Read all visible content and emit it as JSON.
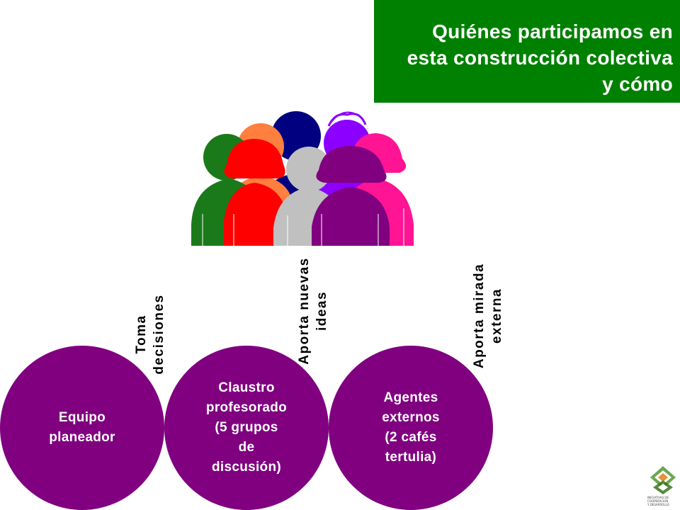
{
  "title": {
    "line1": "Quiénes participamos en",
    "line2": "esta construcción colectiva",
    "line3": "y cómo"
  },
  "roles": [
    {
      "text": "Toma\ndecisiones"
    },
    {
      "text": "Aporta nuevas\nideas"
    },
    {
      "text": "Aporta mirada\nexterna"
    }
  ],
  "groups": [
    {
      "text": "Equipo\nplaneador"
    },
    {
      "text": "Claustro\nprofesorado\n(5 grupos\nde\ndiscusión)"
    },
    {
      "text": "Agentes\nexternos\n(2 cafés\ntertulia)"
    }
  ],
  "logo": {
    "text": "INICIATIVAS DE\nCOOPERACION\nY DESARROLLO"
  },
  "colors": {
    "title_bg": "#008000",
    "circle": "#800080",
    "people": [
      "#1a7a1a",
      "#ff7f3f",
      "#000080",
      "#8b00ff",
      "#ff1493",
      "#ff0000",
      "#c0c0c0",
      "#800080"
    ]
  }
}
